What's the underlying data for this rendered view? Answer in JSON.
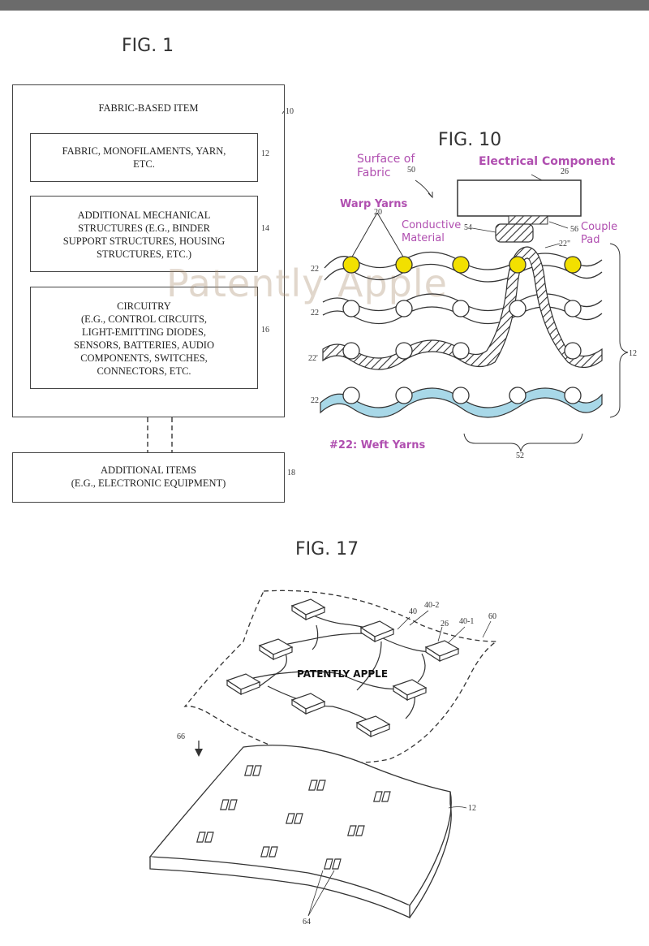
{
  "fig1": {
    "title": "FIG. 1",
    "outer_label": "FABRIC-BASED ITEM",
    "outer_ref": "10",
    "box1": "FABRIC, MONOFILAMENTS, YARN,\nETC.",
    "box1_ref": "12",
    "box2": "ADDITIONAL MECHANICAL\nSTRUCTURES (E.G., BINDER\nSUPPORT STRUCTURES, HOUSING\nSTRUCTURES, ETC.)",
    "box2_ref": "14",
    "box3": "CIRCUITRY\n(E.G., CONTROL CIRCUITS,\nLIGHT-EMITTING DIODES,\nSENSORS, BATTERIES, AUDIO\nCOMPONENTS, SWITCHES,\nCONNECTORS, ETC.",
    "box3_ref": "16",
    "box4": "ADDITIONAL ITEMS\n(E.G., ELECTRONIC EQUIPMENT)",
    "box4_ref": "18"
  },
  "watermark": "Patently Apple",
  "fig10": {
    "title": "FIG. 10",
    "surface_label_1": "Surface of",
    "surface_label_2": "Fabric",
    "ref_50": "50",
    "component_label": "Electrical Component",
    "ref_26": "26",
    "warp_label": "Warp Yarns",
    "ref_20": "20",
    "conductive_1": "Conductive",
    "conductive_2": "Material",
    "ref_54": "54",
    "ref_56": "56",
    "couple_1": "Couple",
    "couple_2": "Pad",
    "ref_22pp": "22\"",
    "ref_22": "22",
    "ref_22p": "22'",
    "ref_12": "12",
    "ref_52": "52",
    "weft_label": "#22: Weft Yarns",
    "label_color": "#b04fb0",
    "yarn_yellow": "#f2e000",
    "yarn_blue": "#a8d8e8"
  },
  "fig17": {
    "title": "FIG. 17",
    "watermark": "PATENTLY APPLE",
    "ref_40": "40",
    "ref_40_2": "40-2",
    "ref_40_1": "40-1",
    "ref_26": "26",
    "ref_60": "60",
    "ref_66": "66",
    "ref_12": "12",
    "ref_64": "64"
  }
}
